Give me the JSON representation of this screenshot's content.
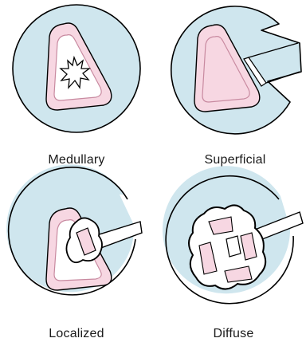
{
  "diagram": {
    "panels": [
      {
        "label": "Medullary"
      },
      {
        "label": "Superficial"
      },
      {
        "label": "Localized"
      },
      {
        "label": "Diffuse"
      }
    ]
  },
  "colors": {
    "circle_fill": "#cfe6ee",
    "bone_fill": "#f7d7e2",
    "marrow_fill": "#ffffff",
    "outline": "#000000",
    "lesion_fill": "#ffffff"
  }
}
